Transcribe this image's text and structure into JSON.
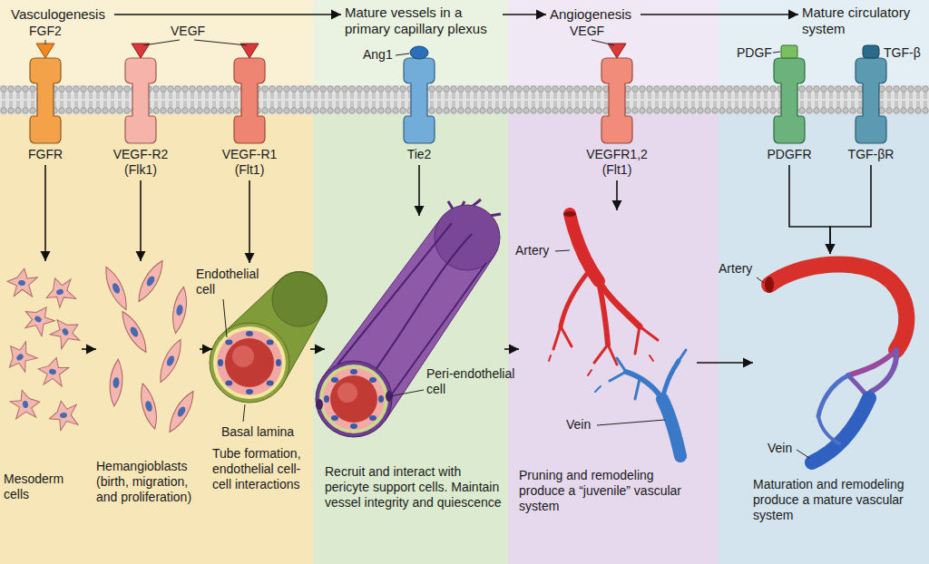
{
  "diagram": {
    "nodes": [
      {
        "text": [
          "Vasculogenesis"
        ]
      },
      {
        "text": [
          "Mature vessels in a primary capillary plexus"
        ]
      },
      {
        "text": [
          "Angiogenesis"
        ]
      },
      {
        "text": [
          "Mature circulatory system"
        ]
      },
      {
        "text": [
          "FGFR"
        ]
      },
      {
        "text": [
          "VEGF-R2 (Flk1)"
        ]
      },
      {
        "text": [
          "VEGF-R1 (Flt1)"
        ]
      },
      {
        "text": [
          "Tie2"
        ]
      },
      {
        "text": [
          "VEGFR1,2 (Flt1)"
        ]
      },
      {
        "text": [
          "PDGFR"
        ]
      },
      {
        "text": [
          "TGF-βR"
        ]
      },
      {
        "text": [
          "Mesoderm cells"
        ]
      },
      {
        "text": [
          "Hemangioblasts (birth, migration, and proliferation)"
        ]
      },
      {
        "text": [
          "Tube formation, endothelial cell-cell interactions"
        ]
      },
      {
        "text": [
          "Recruit and interact with pericyte support cells. Maintain vessel integrity and quiescence"
        ]
      },
      {
        "text": [
          "Pruning and remodeling produce a “juvenile” vascular system"
        ]
      },
      {
        "text": [
          "Maturation and remodeling produce a mature vascular system"
        ]
      }
    ],
    "edges": [
      {
        "from": 0,
        "to": 1,
        "arrow": "to"
      },
      {
        "from": 1,
        "to": 2,
        "arrow": "to"
      },
      {
        "from": 2,
        "to": 3,
        "arrow": "to"
      },
      {
        "from": 4,
        "to": 11,
        "arrow": "to"
      },
      {
        "from": 5,
        "to": 12,
        "arrow": "to"
      },
      {
        "from": 6,
        "to": 13,
        "arrow": "to"
      },
      {
        "from": 7,
        "to": 14,
        "arrow": "to"
      },
      {
        "from": 8,
        "to": 15,
        "arrow": "to"
      },
      {
        "from": 9,
        "to": 16,
        "arrow": "to"
      },
      {
        "from": 10,
        "to": 16,
        "arrow": "to"
      },
      {
        "from": 11,
        "to": 12,
        "arrow": "to"
      },
      {
        "from": 12,
        "to": 13,
        "arrow": "to"
      },
      {
        "from": 13,
        "to": 14,
        "arrow": "to"
      },
      {
        "from": 14,
        "to": 15,
        "arrow": "to"
      },
      {
        "from": 15,
        "to": 16,
        "arrow": "to"
      }
    ],
    "labels": [
      "FGF2",
      "VEGF",
      "Ang1",
      "VEGF",
      "PDGF",
      "TGF-β",
      "Endothelial cell",
      "Basal lamina",
      "Peri-endothelial cell",
      "Artery",
      "Vein",
      "Artery",
      "Vein"
    ]
  }
}
